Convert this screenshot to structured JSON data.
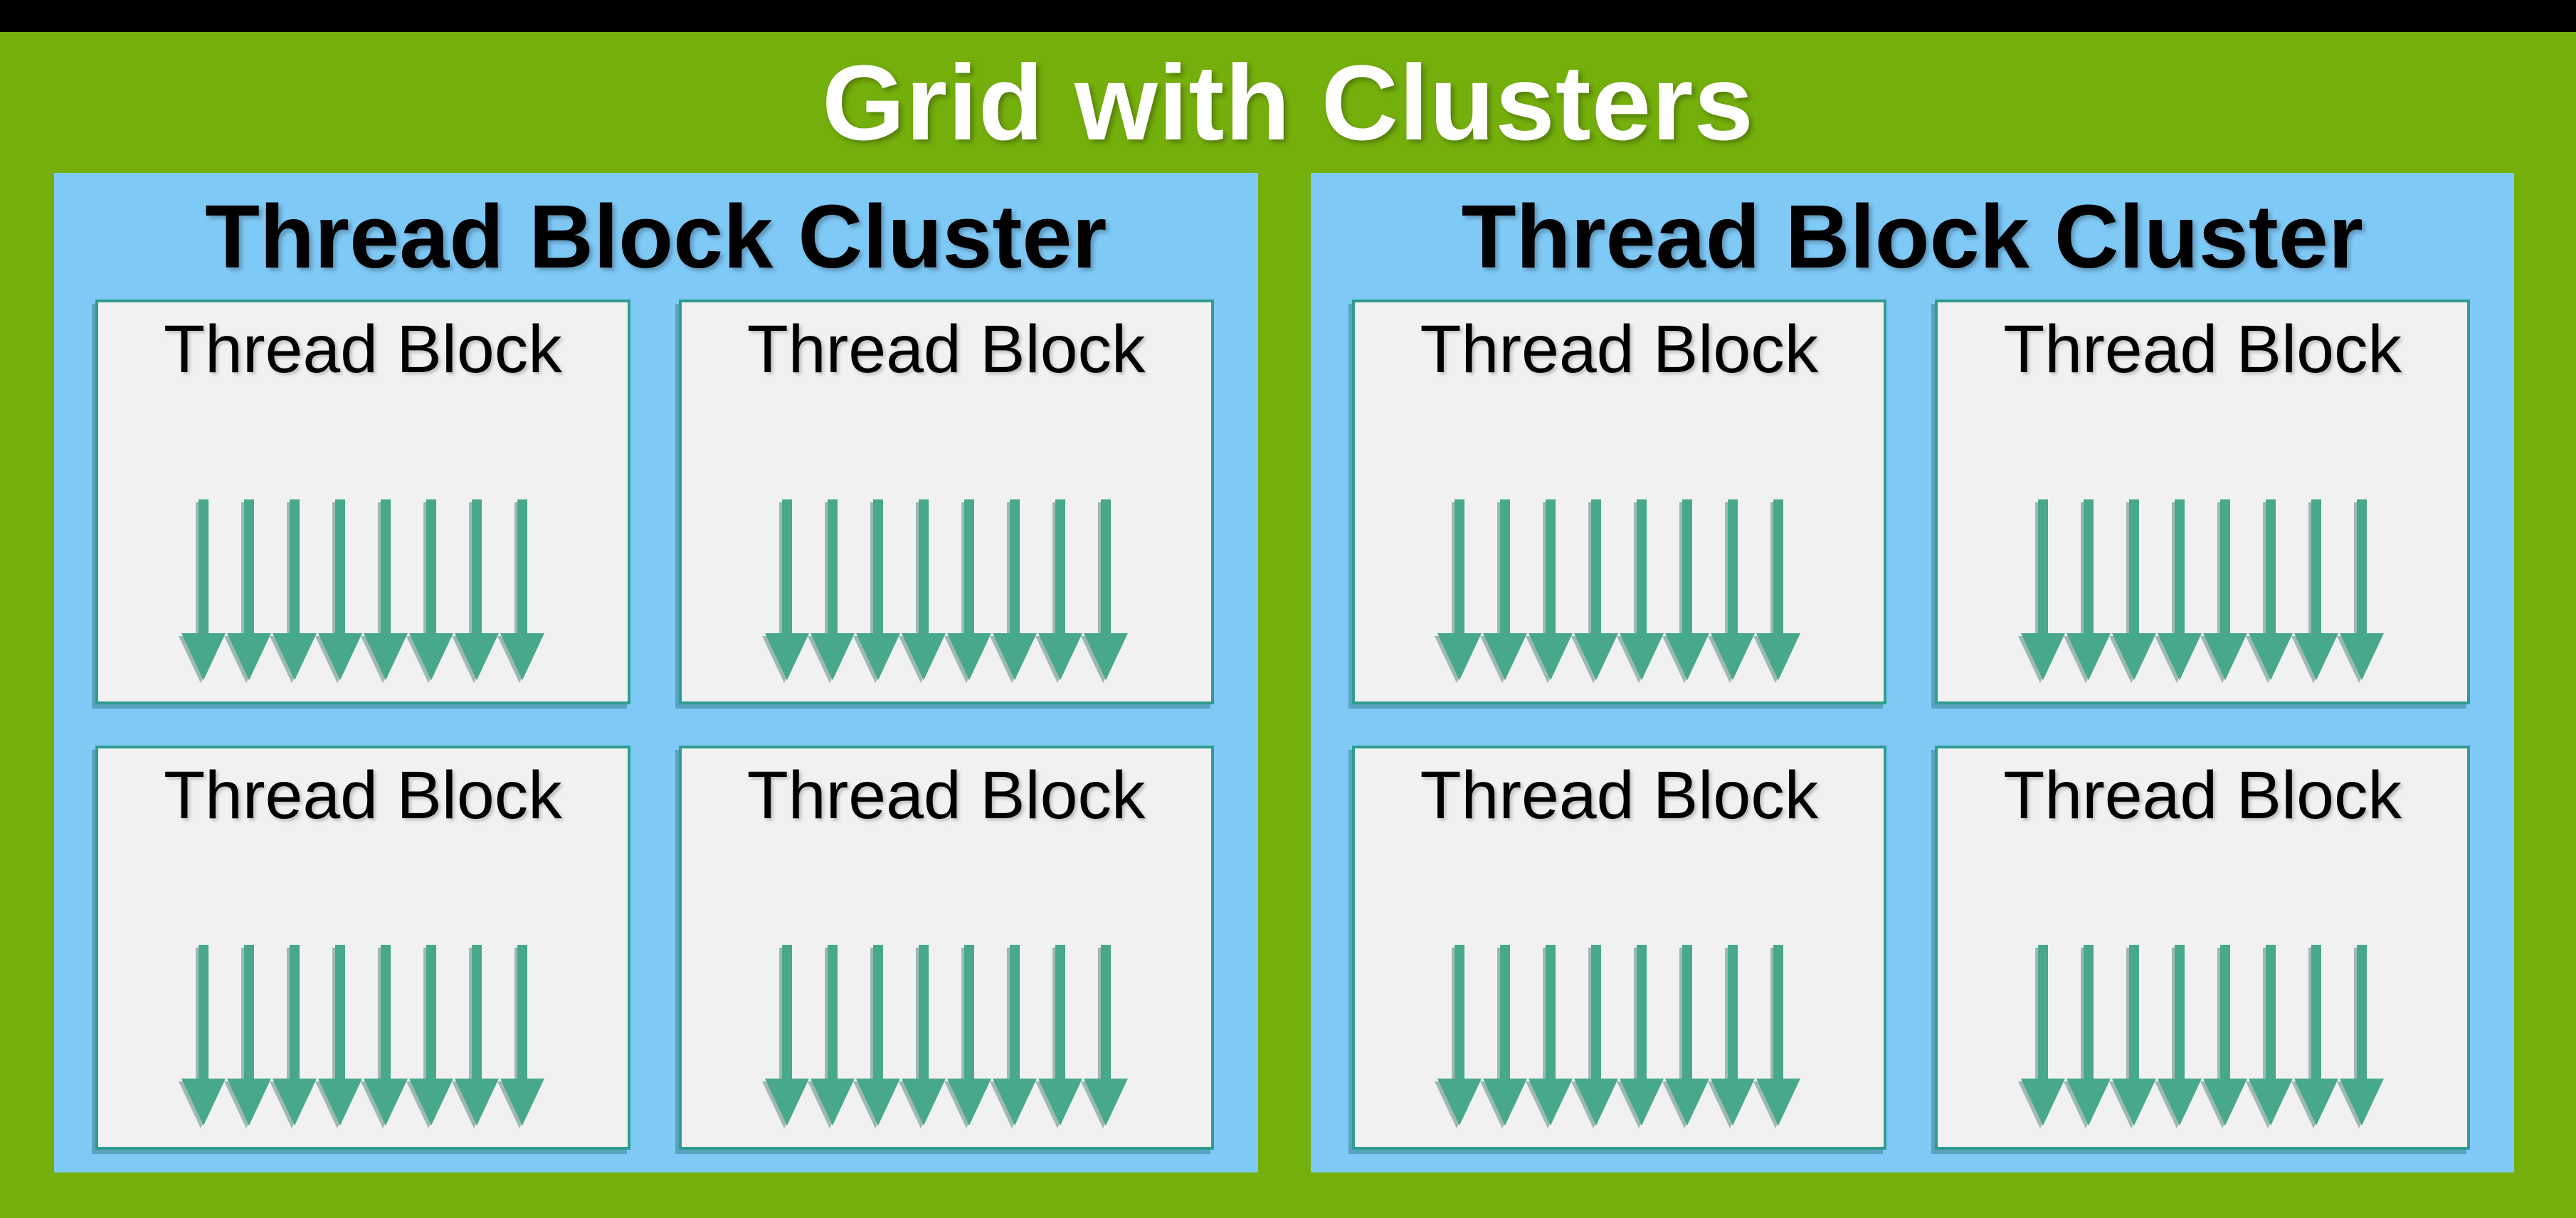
{
  "page_title": "Grid with Clusters",
  "colors": {
    "background_green": "#74AF0C",
    "letterbox_black": "#000000",
    "cluster_blue": "#7FC9F7",
    "block_fill": "#F1F1F1",
    "block_border_teal": "#2E9C8E",
    "arrow_teal": "#48A88B",
    "title_white": "#FFFFFF",
    "text_black": "#000000"
  },
  "clusters": [
    {
      "title": "Thread Block Cluster",
      "blocks": [
        {
          "label": "Thread Block",
          "arrow_count": 8
        },
        {
          "label": "Thread Block",
          "arrow_count": 8
        },
        {
          "label": "Thread Block",
          "arrow_count": 8
        },
        {
          "label": "Thread Block",
          "arrow_count": 8
        }
      ]
    },
    {
      "title": "Thread Block Cluster",
      "blocks": [
        {
          "label": "Thread Block",
          "arrow_count": 8
        },
        {
          "label": "Thread Block",
          "arrow_count": 8
        },
        {
          "label": "Thread Block",
          "arrow_count": 8
        },
        {
          "label": "Thread Block",
          "arrow_count": 8
        }
      ]
    }
  ]
}
